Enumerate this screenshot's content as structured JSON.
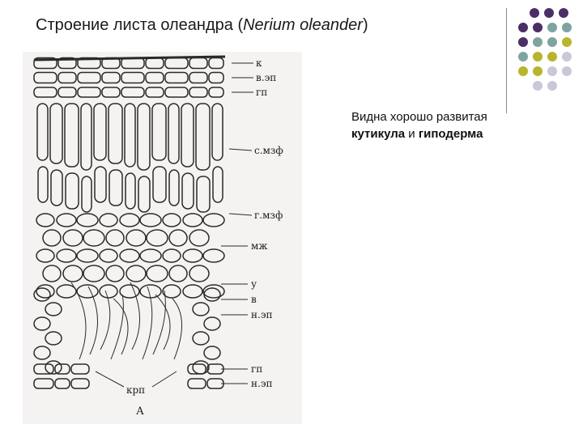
{
  "title": {
    "text_before": "Строение листа олеандра (",
    "latin_name": "Nerium oleander",
    "text_after": ")"
  },
  "body_text": {
    "line1": "Видна хорошо развитая",
    "term1": "кутикула",
    "conjunction": " и ",
    "term2": "гиподерма"
  },
  "figure": {
    "labels": {
      "k": "к",
      "v_ep": "в.эп",
      "gp_top": "гп",
      "s_mzf": "с.мзф",
      "g_mzf": "г.мзф",
      "mzh": "мж",
      "u": "у",
      "v": "в",
      "n_ep_mid": "н.эп",
      "gp_bottom": "гп",
      "n_ep_bottom": "н.эп",
      "krp": "крп",
      "panel": "А"
    }
  },
  "decor": {
    "colors": {
      "purple": "#4b2e66",
      "teal": "#7fa3a0",
      "olive": "#b8b52a",
      "lavender": "#c9c7d9"
    }
  }
}
